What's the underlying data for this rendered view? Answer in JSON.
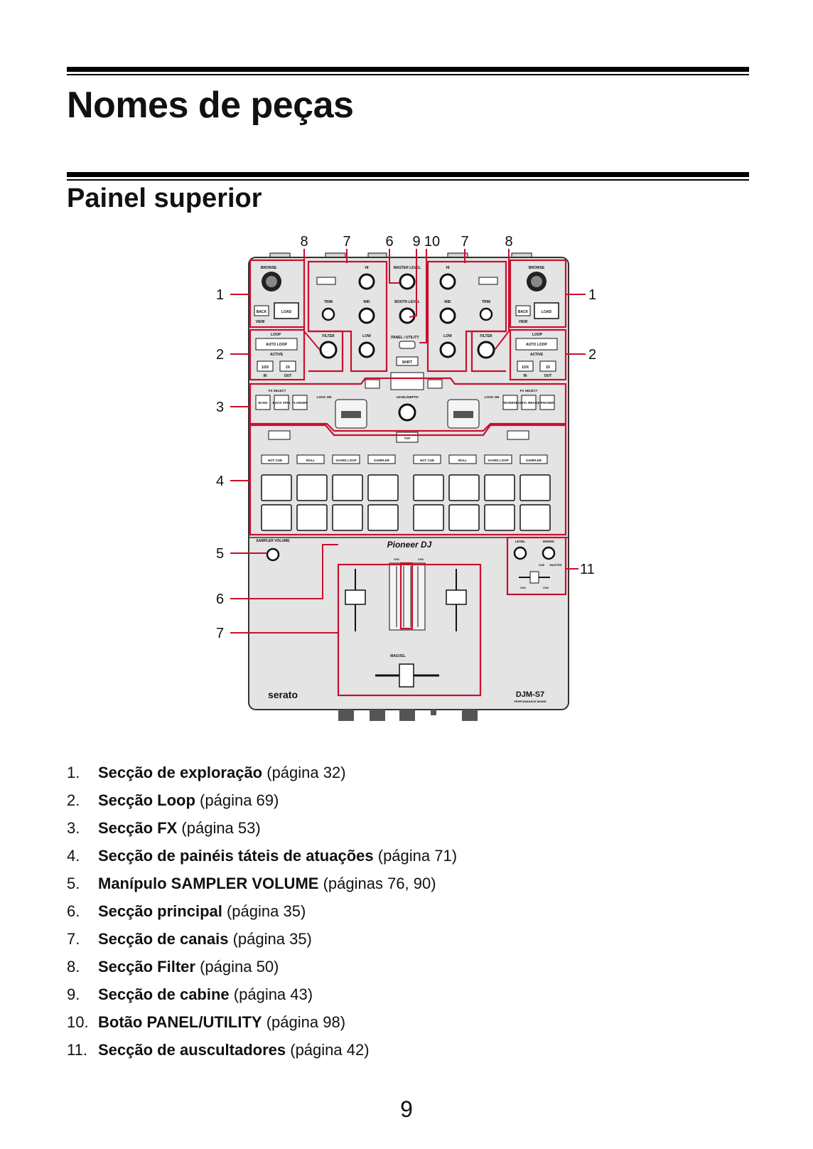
{
  "heading": "Nomes de peças",
  "subheading": "Painel superior",
  "callout_numbers": {
    "top": [
      "8",
      "7",
      "6",
      "9",
      "10",
      "7",
      "8"
    ],
    "left": [
      "1",
      "2",
      "3",
      "4",
      "5",
      "6",
      "7"
    ],
    "right": [
      "1",
      "2",
      "11"
    ]
  },
  "panel_labels": {
    "browse": "BROWSE",
    "back": "BACK",
    "load": "LOAD",
    "view": "VIEW",
    "loop": "LOOP",
    "auto_loop": "AUTO LOOP",
    "active": "ACTIVE",
    "half": "1/2X",
    "double": "2X",
    "in": "IN",
    "out": "OUT",
    "hi": "HI",
    "mid": "MID",
    "low": "LOW",
    "trim": "TRIM",
    "filter": "FILTER",
    "master_level": "MASTER LEVEL",
    "booth_level": "BOOTH LEVEL",
    "panel_utility": "PANEL / UTILITY",
    "shift": "SHIFT",
    "fx_select": "FX SELECT",
    "lock_on": "LOCK ON",
    "level_depth": "LEVEL/DEPTH",
    "tap": "TAP",
    "fx_buttons_left": [
      "ECHO",
      "BACK SPIN",
      "FLANGER"
    ],
    "fx_buttons_right": [
      "REVERSE",
      "VINYL BRAKE",
      "PHASER"
    ],
    "pad_modes": [
      "HOT CUE",
      "ROLL",
      "SAVED LOOP",
      "SAMPLER"
    ],
    "sampler_volume": "SAMPLER VOLUME",
    "brand": "Pioneer DJ",
    "software": "serato",
    "model": "DJM-S7",
    "model_sub": "PERFORMANCE MIXER",
    "ch1": "CH1",
    "ch2": "CH2",
    "level_hp": "LEVEL",
    "mixing_hp": "MIXING",
    "cue": "CUE",
    "master": "MASTER",
    "magvel": "MAGVEL"
  },
  "parts": [
    {
      "num": "1.",
      "name": "Secção de exploração",
      "page": "(página 32)"
    },
    {
      "num": "2.",
      "name": "Secção Loop",
      "page": "(página 69)"
    },
    {
      "num": "3.",
      "name": "Secção FX",
      "page": "(página 53)"
    },
    {
      "num": "4.",
      "name": "Secção de painéis táteis de atuações",
      "page": "(página 71)"
    },
    {
      "num": "5.",
      "name": "Manípulo SAMPLER VOLUME",
      "page": "(páginas 76, 90)"
    },
    {
      "num": "6.",
      "name": "Secção principal",
      "page": "(página 35)"
    },
    {
      "num": "7.",
      "name": "Secção de canais",
      "page": "(página 35)"
    },
    {
      "num": "8.",
      "name": "Secção Filter",
      "page": "(página 50)"
    },
    {
      "num": "9.",
      "name": "Secção de cabine",
      "page": "(página 43)"
    },
    {
      "num": "10.",
      "name": "Botão PANEL/UTILITY",
      "page": "(página 98)"
    },
    {
      "num": "11.",
      "name": "Secção de auscultadores",
      "page": "(página 42)"
    }
  ],
  "page_number": "9",
  "colors": {
    "highlight": "#c8102e",
    "panel": "#e3e3e3",
    "ink": "#111111"
  }
}
